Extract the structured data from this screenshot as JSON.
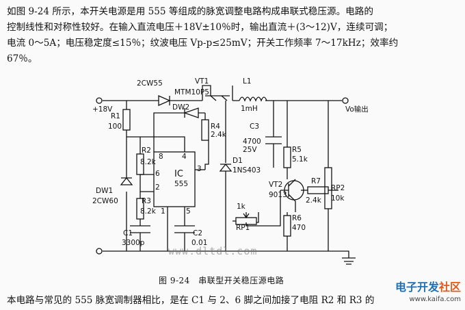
{
  "intro_lines": [
    "如图 9-24 所示，本开关电源是用 555 等组成的脉宽调整电路构成串联式稳压源。电路的",
    "控制线性和对称性较好。在输入直流电压＋18V±10％时，输出直流＋(3～12)V，连续可调；",
    "电流 0～5A；电压稳定度≤15％；纹波电压 Vp-p≤25mV；开关工作频率 7～17kHz；效率约",
    "67％。"
  ],
  "figure": {
    "caption": "图 9-24　串联型开关稳压源电路",
    "labels": {
      "diode_top": "2CW55",
      "transistor_top": "VT1",
      "transistor_top_model": "MTM10P5",
      "inductor": "L1",
      "inductor_value": "1mH",
      "input": "+18V",
      "output": "Vo输出",
      "r1": "R1",
      "r1_value": "100",
      "dw2": "DW2",
      "r4": "R4",
      "r4_value": "2.4k",
      "c3": "C3",
      "c3_value1": "4700",
      "c3_value2": "25V",
      "r2": "R2",
      "r2_value": "8.2k",
      "ic": "IC",
      "ic_model": "555",
      "pin8": "8",
      "pin4": "4",
      "pin6": "6",
      "pin2": "2",
      "pin3": "3",
      "pin1": "1",
      "pin5": "5",
      "r5": "R5",
      "r5_value": "5.1k",
      "d1": "D1",
      "d1_model": "1NS403",
      "dw1": "DW1",
      "dw1_model": "2CW60",
      "r3": "R3",
      "r3_value": "8.2k",
      "vt2": "VT2",
      "vt2_model": "9013",
      "r7": "R7",
      "r7_value": "2.4k",
      "rp2": "RP2",
      "rp2_value": "10k",
      "rp1": "RP1",
      "rp1_value": "1k",
      "r6": "R6",
      "r6_value": "470",
      "c1": "C1",
      "c1_value": "3300p",
      "c2": "C2",
      "c2_value": "0.01"
    }
  },
  "watermark": "www.dltdl.com",
  "bottom_text": "本电路与常见的 555 脉宽调制器相比，是在 C1 与 2、6 脚之间加接了电阻 R2 和 R3 的",
  "site": {
    "logo_part1": "电子开发",
    "logo_part2": "社区",
    "url": "www.kaifa.com"
  }
}
